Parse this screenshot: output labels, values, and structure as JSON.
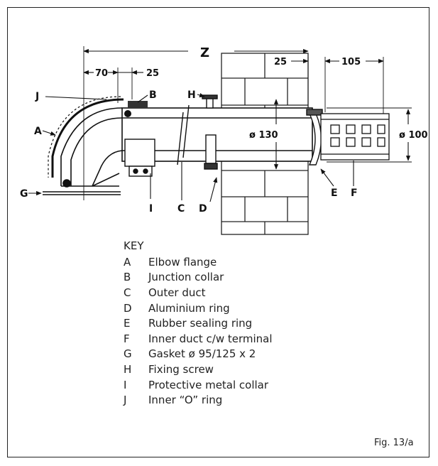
{
  "dimensions": {
    "z": "Z",
    "d70": "70",
    "d25a": "25",
    "d25b": "25",
    "d105": "105",
    "dia130": "ø 130",
    "dia100": "ø 100"
  },
  "callouts": {
    "A": "A",
    "B": "B",
    "C": "C",
    "D": "D",
    "E": "E",
    "F": "F",
    "G": "G",
    "H": "H",
    "I": "I",
    "J": "J"
  },
  "key": {
    "title": "KEY",
    "items": [
      {
        "letter": "A",
        "text": "Elbow flange"
      },
      {
        "letter": "B",
        "text": "Junction collar"
      },
      {
        "letter": "C",
        "text": "Outer duct"
      },
      {
        "letter": "D",
        "text": "Aluminium ring"
      },
      {
        "letter": "E",
        "text": "Rubber sealing ring"
      },
      {
        "letter": "F",
        "text": "Inner duct c/w terminal"
      },
      {
        "letter": "G",
        "text": "Gasket ø 95/125 x 2"
      },
      {
        "letter": "H",
        "text": "Fixing screw"
      },
      {
        "letter": "I",
        "text": "Protective metal collar"
      },
      {
        "letter": "J",
        "text": "Inner “O” ring"
      }
    ]
  },
  "figure_label": "Fig. 13/a"
}
